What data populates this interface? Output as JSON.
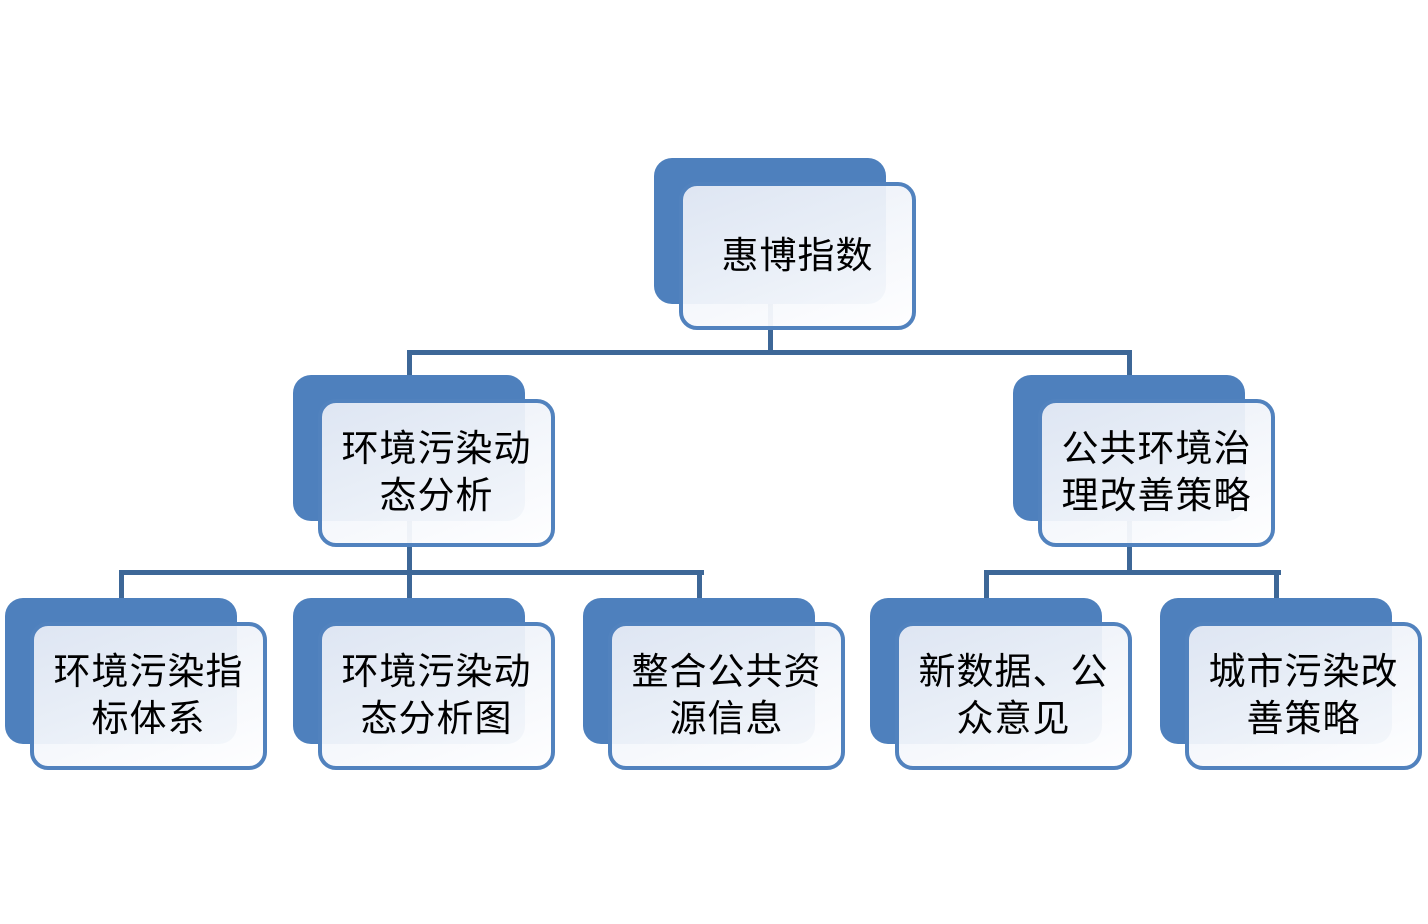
{
  "diagram": {
    "type": "org-hierarchy",
    "nodes": [
      {
        "id": "root",
        "label": "惠博指数",
        "level": 1,
        "parent": null
      },
      {
        "id": "env-pollution-analysis",
        "label": "环境污染动\n态分析",
        "level": 2,
        "parent": "root"
      },
      {
        "id": "public-env-governance",
        "label": "公共环境治\n理改善策略",
        "level": 2,
        "parent": "root"
      },
      {
        "id": "pollution-indicator-system",
        "label": "环境污染指\n标体系",
        "level": 3,
        "parent": "env-pollution-analysis"
      },
      {
        "id": "pollution-dynamic-chart",
        "label": "环境污染动\n态分析图",
        "level": 3,
        "parent": "env-pollution-analysis"
      },
      {
        "id": "integrate-public-resources",
        "label": "整合公共资\n源信息",
        "level": 3,
        "parent": "env-pollution-analysis"
      },
      {
        "id": "new-data-public-opinion",
        "label": "新数据、公\n众意见",
        "level": 3,
        "parent": "public-env-governance"
      },
      {
        "id": "urban-pollution-improvement",
        "label": "城市污染改\n善策略",
        "level": 3,
        "parent": "public-env-governance"
      }
    ],
    "colors": {
      "shape_fill": "#4E80BD",
      "front_border": "#5182BE",
      "front_fill_top": "#E7ECF6",
      "front_fill_bottom": "#FDFEFF",
      "connector": "#3D6797",
      "text": "#000000",
      "background": "#FFFFFF"
    }
  }
}
